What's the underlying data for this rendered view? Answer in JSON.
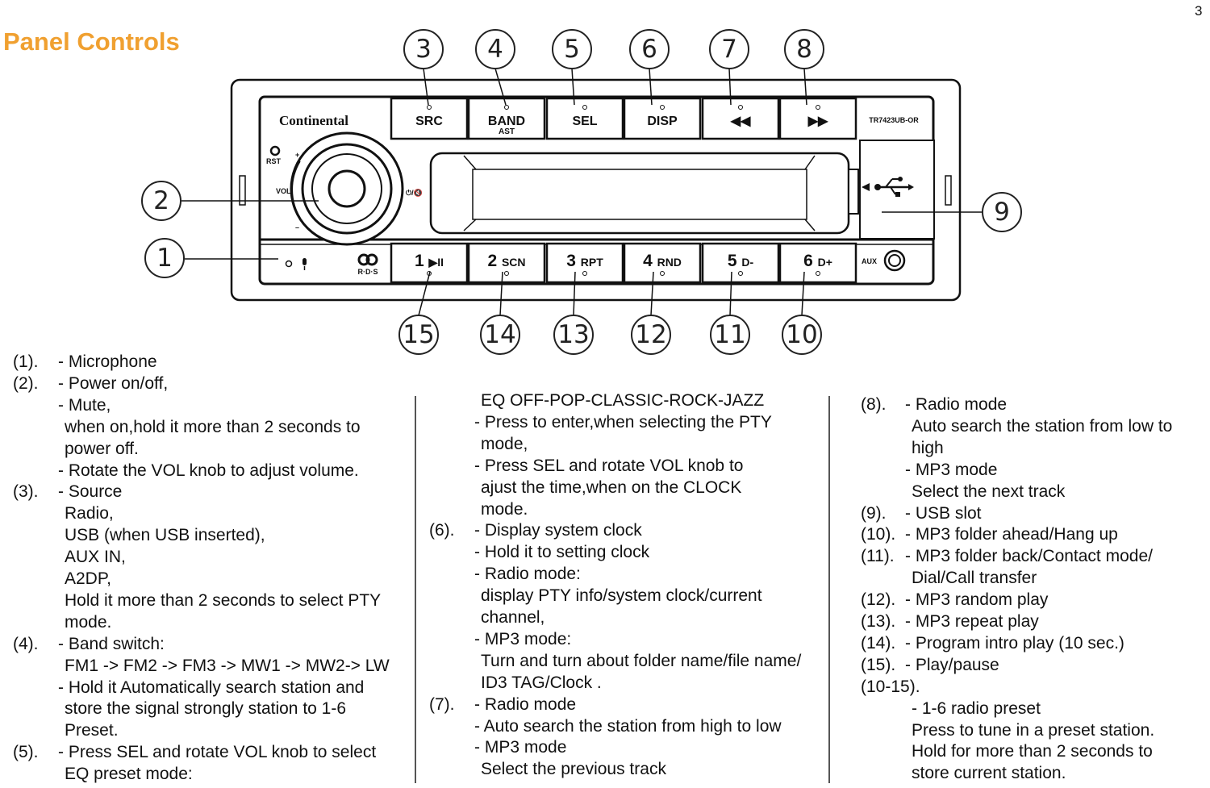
{
  "page_number": "3",
  "title": "Panel Controls",
  "device": {
    "brand": "Continental",
    "model": "TR7423UB-OR",
    "top_buttons": [
      {
        "label": "SRC",
        "sub": ""
      },
      {
        "label": "BAND",
        "sub": "AST"
      },
      {
        "label": "SEL",
        "sub": ""
      },
      {
        "label": "DISP",
        "sub": ""
      },
      {
        "label": "◀◀",
        "sub": ""
      },
      {
        "label": "▶▶",
        "sub": ""
      }
    ],
    "bottom_buttons": [
      {
        "num": "1",
        "label": "▶II"
      },
      {
        "num": "2",
        "label": "SCN"
      },
      {
        "num": "3",
        "label": "RPT"
      },
      {
        "num": "4",
        "label": "RND"
      },
      {
        "num": "5",
        "label": "D-"
      },
      {
        "num": "6",
        "label": "D+"
      }
    ],
    "rst_label": "RST",
    "vol_label": "VOL",
    "plus": "+",
    "minus": "–",
    "power_label": "⏻/🔇",
    "aux_label": "AUX",
    "rds_label": "R·D·S"
  },
  "callouts": [
    "1",
    "2",
    "3",
    "4",
    "5",
    "6",
    "7",
    "8",
    "9",
    "10",
    "11",
    "12",
    "13",
    "14",
    "15"
  ],
  "columns": {
    "left": [
      {
        "num": "(1).",
        "lines": [
          "- Microphone"
        ]
      },
      {
        "num": "(2).",
        "lines": [
          "- Power on/off,",
          "- Mute,",
          " when on,hold it more than 2 seconds to",
          " power off.",
          "- Rotate the VOL knob to adjust volume."
        ]
      },
      {
        "num": "(3).",
        "lines": [
          "- Source",
          " Radio,",
          " USB (when USB inserted),",
          " AUX IN,",
          " A2DP,",
          " Hold it more than 2 seconds to select PTY",
          " mode."
        ]
      },
      {
        "num": "(4).",
        "lines": [
          "- Band switch:",
          " FM1 -> FM2 -> FM3 -> MW1 -> MW2-> LW",
          "- Hold it  Automatically search station and",
          " store the signal strongly station to 1-6",
          " Preset."
        ]
      },
      {
        "num": "(5).",
        "lines": [
          "- Press SEL and rotate VOL knob to select",
          " EQ preset mode:"
        ]
      }
    ],
    "middle": [
      {
        "num": "",
        "lines": [
          " EQ OFF-POP-CLASSIC-ROCK-JAZZ",
          "- Press to enter,when selecting the PTY",
          " mode,",
          "- Press SEL and rotate VOL knob to",
          " ajust the time,when on the CLOCK",
          " mode."
        ]
      },
      {
        "num": "(6).",
        "lines": [
          "- Display system clock",
          "- Hold it to setting clock",
          "- Radio mode:",
          " display PTY info/system clock/current",
          " channel,",
          "- MP3 mode:",
          " Turn and turn about folder name/file name/",
          " ID3 TAG/Clock ."
        ]
      },
      {
        "num": "(7).",
        "lines": [
          "- Radio mode",
          "- Auto search the station from high to low",
          "- MP3 mode",
          " Select the previous track"
        ]
      }
    ],
    "right": [
      {
        "num": "(8).",
        "lines": [
          "- Radio mode",
          " Auto search the station from low to",
          " high",
          "- MP3 mode",
          " Select the next track"
        ]
      },
      {
        "num": "(9).",
        "lines": [
          "- USB slot"
        ]
      },
      {
        "num": "(10).",
        "lines": [
          "- MP3 folder ahead/Hang up"
        ]
      },
      {
        "num": "(11).",
        "lines": [
          "- MP3 folder back/Contact mode/",
          " Dial/Call transfer"
        ]
      },
      {
        "num": "(12).",
        "lines": [
          "- MP3 random play"
        ]
      },
      {
        "num": "(13).",
        "lines": [
          "- MP3 repeat play"
        ]
      },
      {
        "num": "(14).",
        "lines": [
          "- Program intro play (10 sec.)"
        ]
      },
      {
        "num": "(15).",
        "lines": [
          "- Play/pause"
        ]
      },
      {
        "num": "(10-15).",
        "lines": []
      },
      {
        "num": "",
        "lines": [
          "  - 1-6 radio preset",
          "   Press to tune in a preset station.",
          "   Hold for more than 2 seconds to",
          "   store current station."
        ]
      }
    ]
  }
}
